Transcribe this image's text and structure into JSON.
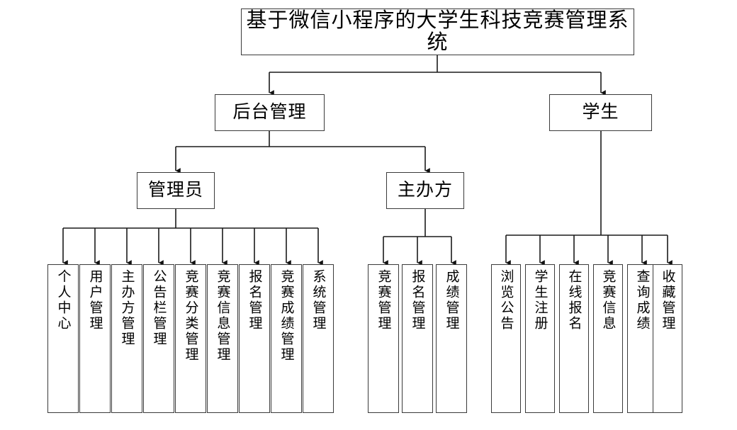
{
  "diagram": {
    "type": "hierarchy-tree",
    "title": "基于微信小程序的大学生科技竞赛管理系统",
    "colors": {
      "background": "#ffffff",
      "box_border": "#3a3a3a",
      "connector": "#1a1a1a",
      "text": "#000000"
    },
    "levels": {
      "level2": [
        {
          "id": "backend",
          "label": "后台管理"
        },
        {
          "id": "student",
          "label": "学生"
        }
      ],
      "level3": [
        {
          "id": "admin",
          "label": "管理员",
          "parent": "backend"
        },
        {
          "id": "host",
          "label": "主办方",
          "parent": "backend"
        }
      ]
    },
    "leaves": {
      "admin": [
        {
          "label": "个人中心"
        },
        {
          "label": "用户管理"
        },
        {
          "label": "主办方管理"
        },
        {
          "label": "公告栏管理"
        },
        {
          "label": "竞赛分类管理"
        },
        {
          "label": "竞赛信息管理"
        },
        {
          "label": "报名管理"
        },
        {
          "label": "竞赛成绩管理"
        },
        {
          "label": "系统管理"
        }
      ],
      "host": [
        {
          "label": "竞赛管理"
        },
        {
          "label": "报名管理"
        },
        {
          "label": "成绩管理"
        }
      ],
      "student": [
        {
          "label": "浏览公告"
        },
        {
          "label": "学生注册"
        },
        {
          "label": "在线报名"
        },
        {
          "label": "竞赛信息"
        },
        {
          "label": "查询成绩"
        },
        {
          "label": "收藏管理"
        }
      ]
    }
  }
}
